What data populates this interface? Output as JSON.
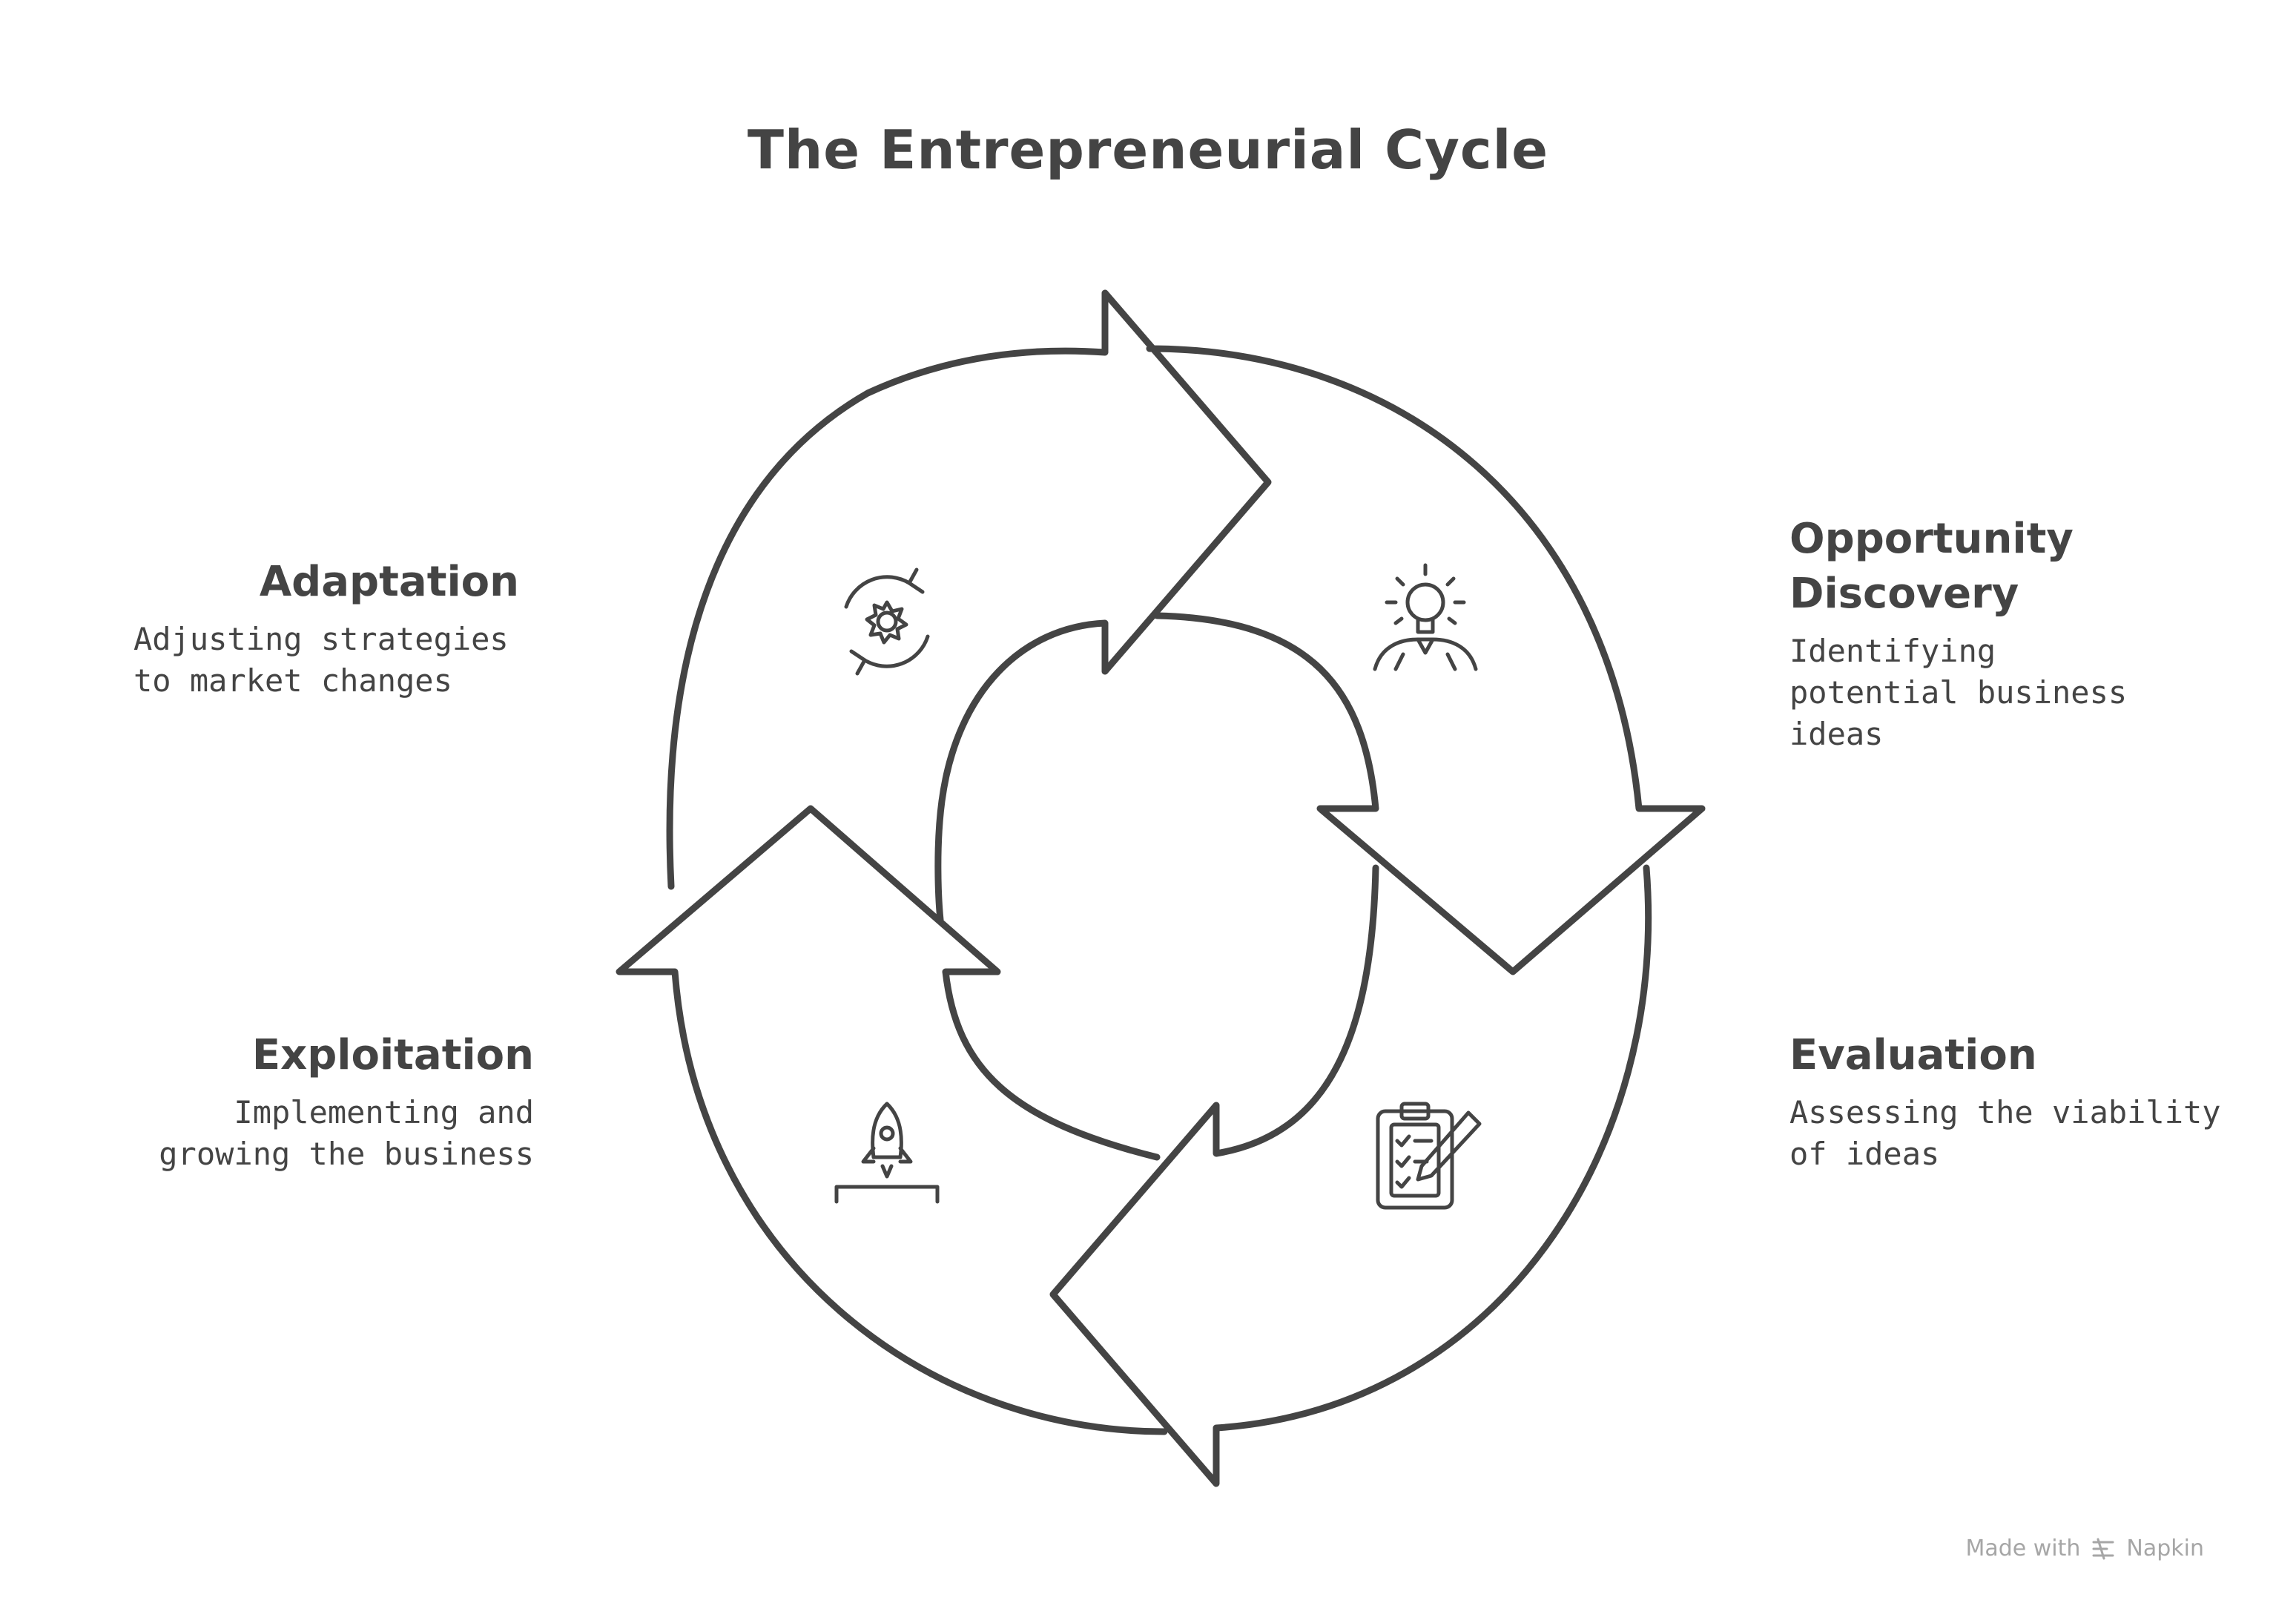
{
  "title": "The Entrepreneurial Cycle",
  "phases": [
    {
      "title": "Opportunity Discovery",
      "description": "Identifying potential business ideas",
      "icon": "lightbulb-person-icon"
    },
    {
      "title": "Evaluation",
      "description": "Assessing the viability of ideas",
      "icon": "clipboard-pencil-icon"
    },
    {
      "title": "Exploitation",
      "description": "Implementing and growing the business",
      "icon": "rocket-launch-icon"
    },
    {
      "title": "Adaptation",
      "description": "Adjusting strategies to market changes",
      "icon": "gear-cycle-icon"
    }
  ],
  "footer": {
    "made_with": "Made with",
    "brand": "Napkin"
  },
  "colors": {
    "stroke": "#444444",
    "background": "#ffffff",
    "footer_text": "#a6a6a6"
  }
}
